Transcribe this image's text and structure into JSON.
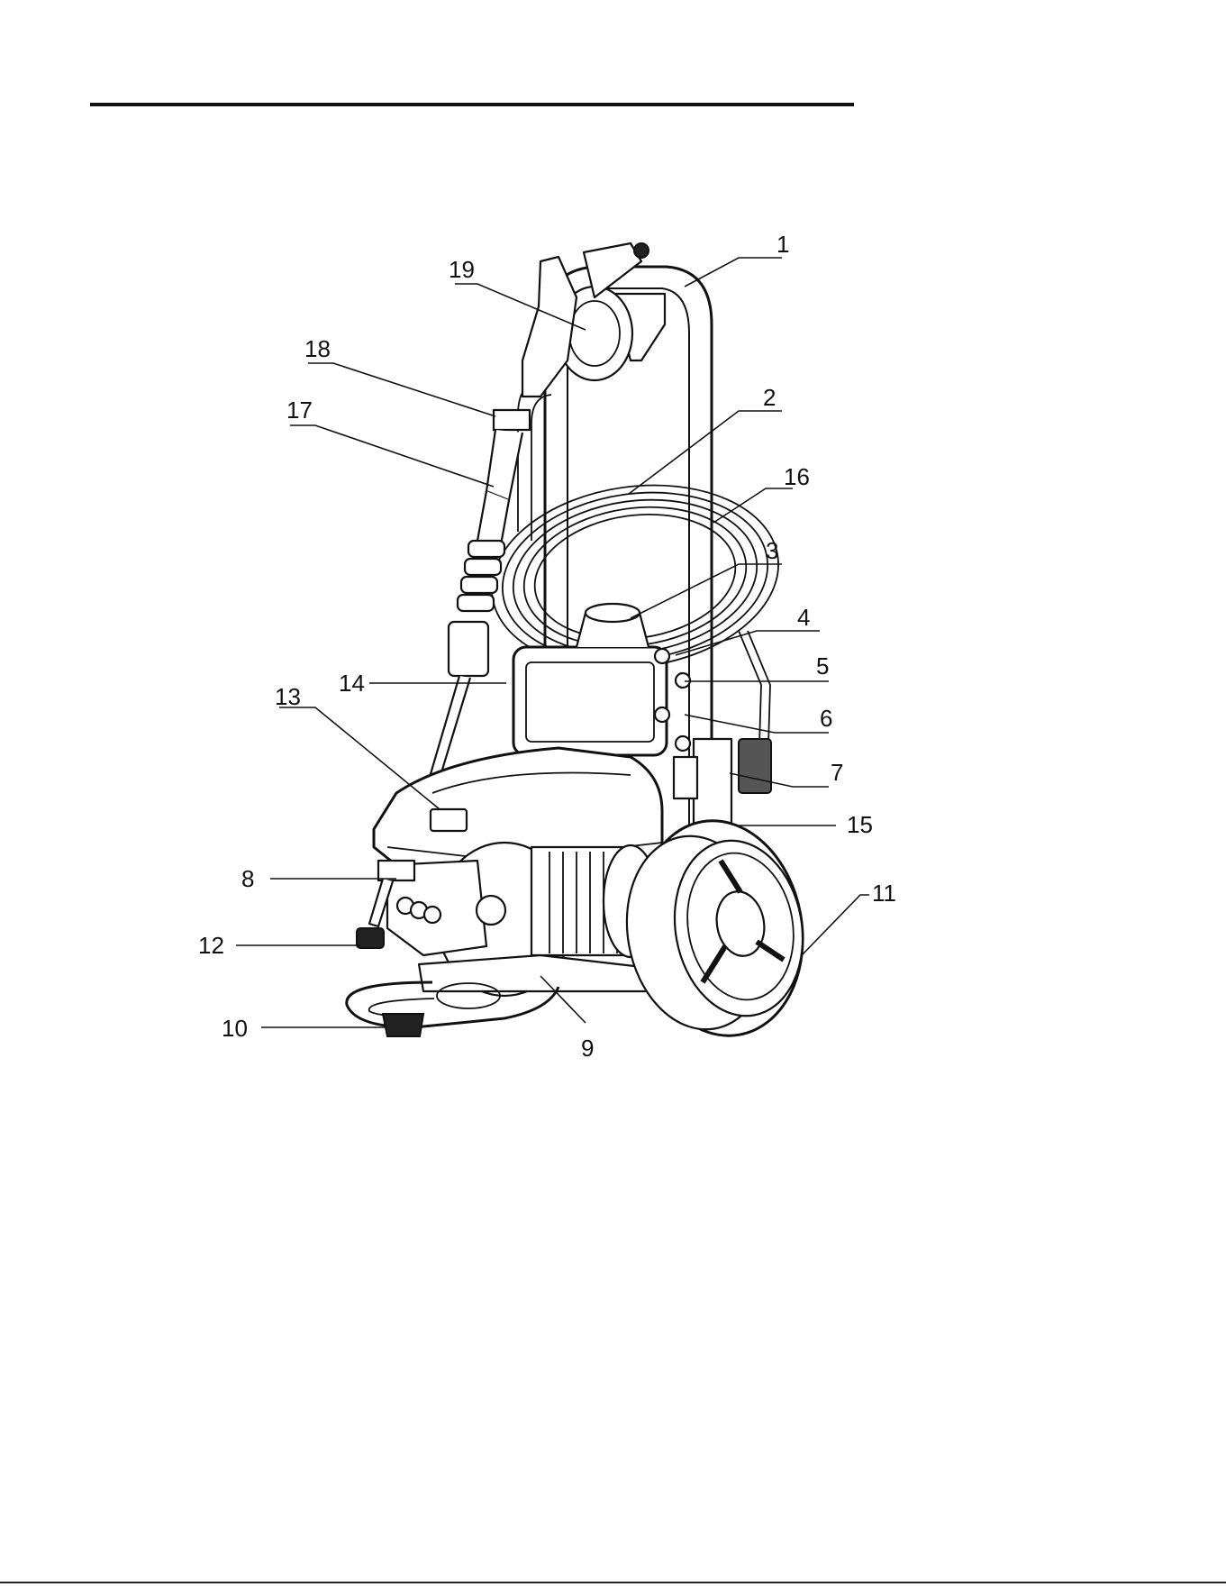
{
  "labels": [
    "1",
    "2",
    "3",
    "4",
    "5",
    "6",
    "7",
    "8",
    "9",
    "10",
    "11",
    "12",
    "13",
    "14",
    "15",
    "16",
    "17",
    "18",
    "19"
  ],
  "colors": {
    "ink": "#111111",
    "paper": "#ffffff"
  }
}
